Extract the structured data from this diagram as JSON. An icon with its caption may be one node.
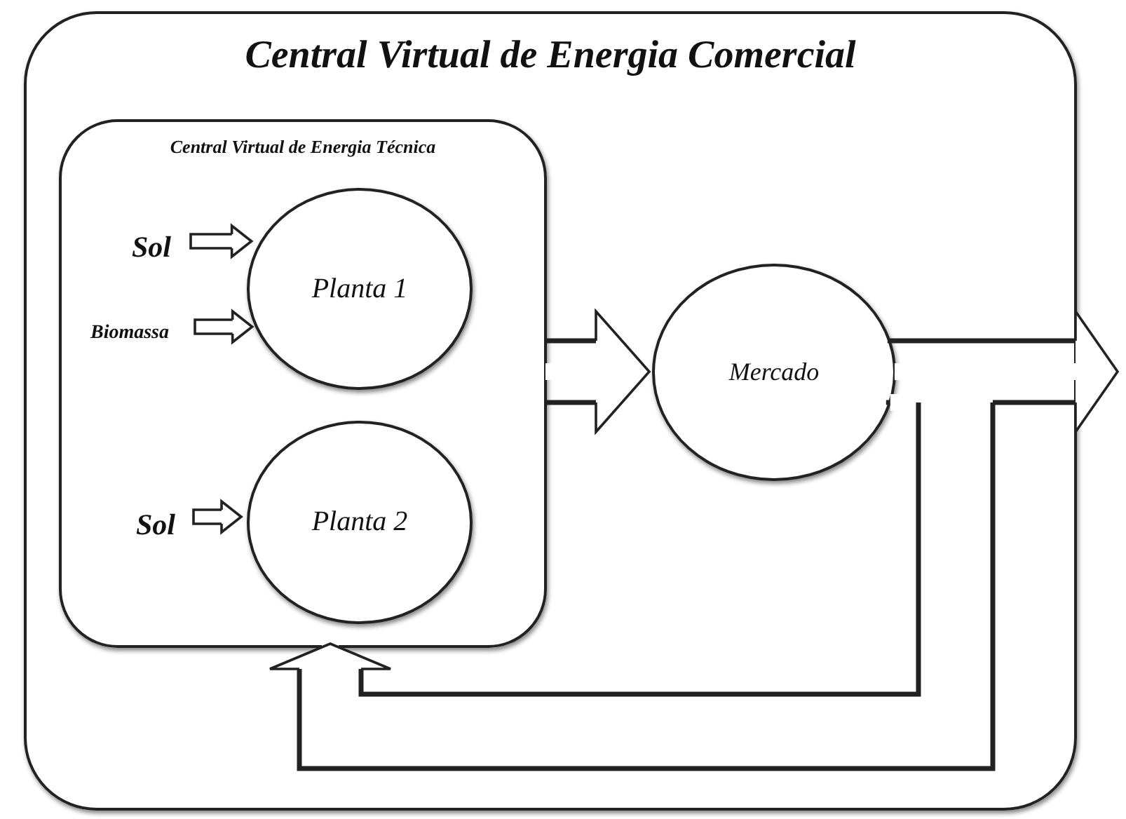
{
  "diagram": {
    "nodes": [
      {
        "text": [
          "Central Virtual de Energia Comercial"
        ]
      },
      {
        "text": [
          "Central Virtual de Energia Técnica"
        ],
        "in": 0
      },
      {
        "text": [
          "Sol"
        ],
        "in": 1
      },
      {
        "text": [
          "Biomassa"
        ],
        "in": 1
      },
      {
        "text": [
          "Planta 1"
        ],
        "in": 1
      },
      {
        "text": [
          "Sol"
        ],
        "in": 1
      },
      {
        "text": [
          "Planta 2"
        ],
        "in": 1
      },
      {
        "text": [
          "Mercado"
        ],
        "in": 0
      }
    ],
    "edges": [
      {
        "from": 2,
        "to": 4,
        "arrow": "to"
      },
      {
        "from": 3,
        "to": 4,
        "arrow": "to"
      },
      {
        "from": 5,
        "to": 6,
        "arrow": "to"
      },
      {
        "from": 1,
        "to": 7,
        "arrow": "to",
        "style": "thick"
      },
      {
        "from": 7,
        "to": null,
        "arrow": "to",
        "style": "thick"
      },
      {
        "from": 7,
        "to": 1,
        "arrow": "to",
        "style": "thick"
      }
    ]
  }
}
